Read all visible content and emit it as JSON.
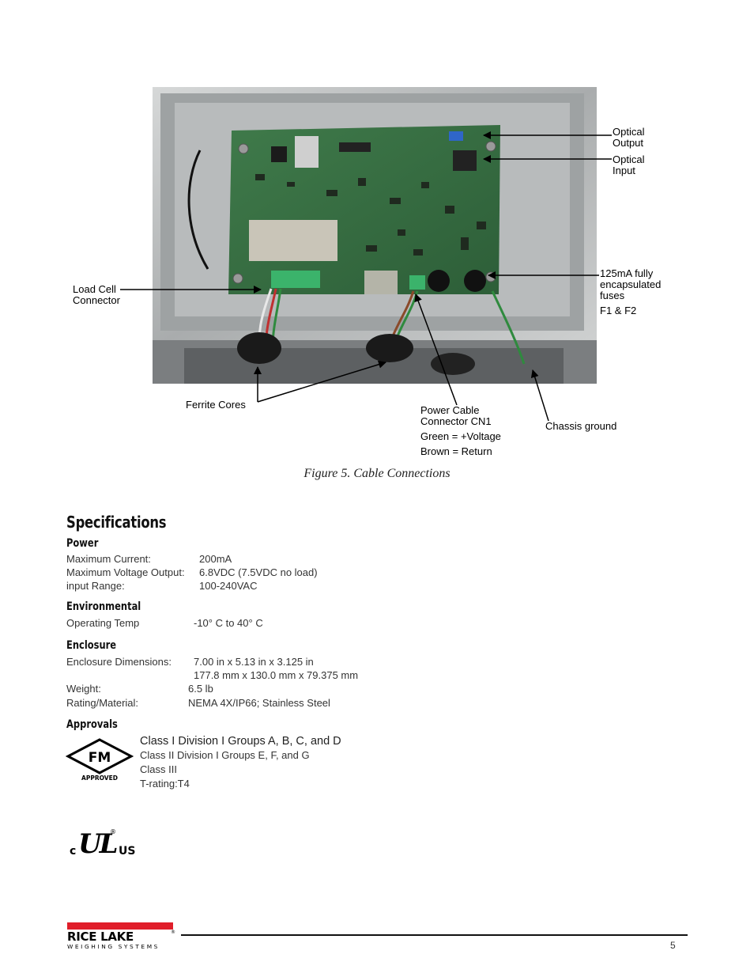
{
  "figure": {
    "callouts": {
      "optical_output": [
        "Optical",
        "Output"
      ],
      "optical_input": [
        "Optical",
        "Input"
      ],
      "fuses": [
        "125mA fully",
        "encapsulated",
        "fuses",
        "F1 & F2"
      ],
      "load_cell": [
        "Load Cell",
        "Connector"
      ],
      "ferrite": "Ferrite Cores",
      "power_cable": [
        "Power Cable",
        "Connector CN1",
        "Green = +Voltage",
        "Brown =  Return"
      ],
      "chassis": "Chassis ground"
    },
    "caption": "Figure 5.  Cable Connections"
  },
  "specifications": {
    "title": "Specifications",
    "power": {
      "heading": "Power",
      "rows": [
        {
          "label": "Maximum Current:",
          "value": "200mA"
        },
        {
          "label": "Maximum Voltage Output:",
          "value": "6.8VDC (7.5VDC no load)"
        },
        {
          "label": "input Range:",
          "value": "100-240VAC"
        }
      ]
    },
    "environmental": {
      "heading": "Environmental",
      "rows": [
        {
          "label": "Operating Temp",
          "value": "-10° C to 40° C"
        }
      ]
    },
    "enclosure": {
      "heading": "Enclosure",
      "rows": [
        {
          "label": "Enclosure Dimensions:",
          "value": "7.00 in x 5.13 in x 3.125 in"
        },
        {
          "label": "",
          "value": "177.8 mm x 130.0 mm x 79.375 mm"
        },
        {
          "label": "Weight:",
          "value": "6.5 lb"
        },
        {
          "label": "Rating/Material:",
          "value": "NEMA 4X/IP66; Stainless Steel"
        }
      ]
    },
    "approvals": {
      "heading": "Approvals",
      "lines": [
        "Class I Division I Groups A, B, C, and D",
        "Class II Division I Groups E, F, and G",
        "Class III",
        "T-rating:T4"
      ],
      "fm_logo": {
        "text": "FM",
        "sub": "APPROVED"
      },
      "ul_logo": {
        "left": "c",
        "mid": "UL",
        "right": "US",
        "mark": "®"
      }
    }
  },
  "footer": {
    "brand_top": "RICE LAKE",
    "brand_sub": "WEIGHING SYSTEMS",
    "brand_mark": "®",
    "page_number": "5",
    "brand_color": "#e01e2a"
  }
}
